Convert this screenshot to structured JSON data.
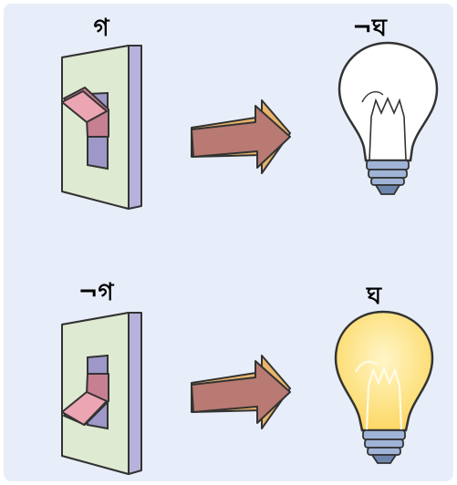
{
  "rows": [
    {
      "switch_label": "গ",
      "bulb_label": "¬ঘ",
      "switch_state": "up",
      "bulb_state": "off"
    },
    {
      "switch_label": "¬গ",
      "bulb_label": "ঘ",
      "switch_state": "down",
      "bulb_state": "on"
    }
  ],
  "colors": {
    "background": "#e8eef9",
    "plate": "#dfead2",
    "plate_edge": "#b7b2dc",
    "toggle": "#e89aa8",
    "arrow": "#b87a72",
    "arrow_edge": "#e9b56a",
    "bulb_off": "#ffffff",
    "bulb_on": "#fde27a",
    "bulb_base": "#9fb4d6"
  }
}
